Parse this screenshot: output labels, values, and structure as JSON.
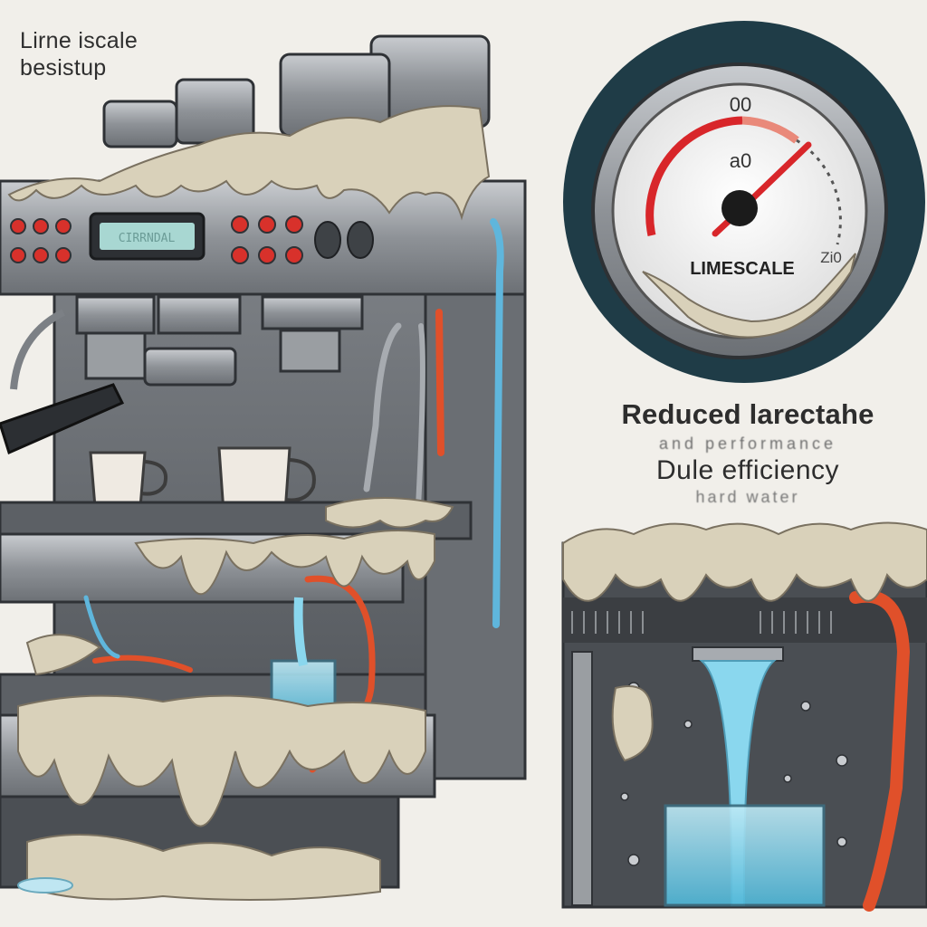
{
  "top_label": {
    "line1": "Lirne iscale",
    "line2": "besistup"
  },
  "machine_display_text": "CIRRNDAL",
  "gauge": {
    "top_number": "00",
    "mid_number": "a0",
    "right_number": "Zi0",
    "label": "LIMESCALE"
  },
  "caption": {
    "line1": "Reduced larectahe",
    "line2": "and performance",
    "line3": "Dule efficiency",
    "line4": "hard water"
  },
  "colors": {
    "background": "#f1efea",
    "steel": "#8d9196",
    "limescale": "#d9d1ba",
    "gauge_red": "#d8262a",
    "water_blue": "#7fd2ea",
    "pipe_orange": "#e0502a"
  }
}
